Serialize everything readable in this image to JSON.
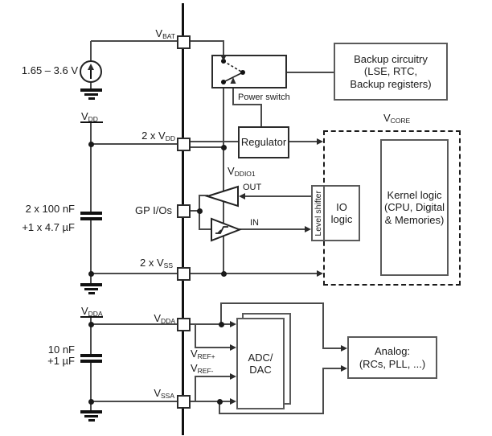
{
  "source": {
    "label": "1.65 – 3.6 V"
  },
  "pins": {
    "vbat": {
      "base": "V",
      "sub": "BAT"
    },
    "vdd": {
      "base": "2 x V",
      "sub": "DD"
    },
    "gpio": {
      "base": "GP I/Os"
    },
    "vss": {
      "base": "2 x V",
      "sub": "SS"
    },
    "vdda": {
      "base": "V",
      "sub": "DDA"
    },
    "vssa": {
      "base": "V",
      "sub": "SSA"
    }
  },
  "rails": {
    "vdd": {
      "base": "V",
      "sub": "DD"
    },
    "vdda": {
      "base": "V",
      "sub": "DDA"
    }
  },
  "capacitors": {
    "digital": {
      "line1": "2 x 100 nF",
      "line2": "+1 x 4.7 µF"
    },
    "analog": {
      "line1": "10 nF",
      "line2": "+1 µF"
    }
  },
  "signals": {
    "vddio1": {
      "base": "V",
      "sub": "DDIO1"
    },
    "out": "OUT",
    "in": "IN",
    "vref_plus": {
      "base": "V",
      "sub": "REF+"
    },
    "vref_minus": {
      "base": "V",
      "sub": "REF-"
    },
    "vcore": {
      "base": "V",
      "sub": "CORE"
    },
    "power_switch": "Power switch"
  },
  "blocks": {
    "backup": {
      "line1": "Backup circuitry",
      "line2": "(LSE, RTC,",
      "line3": "Backup registers)"
    },
    "regulator": {
      "label": "Regulator"
    },
    "kernel": {
      "line1": "Kernel logic",
      "line2": "(CPU, Digital",
      "line3": "& Memories)"
    },
    "io_logic": {
      "line1": "IO",
      "line2": "logic"
    },
    "level_shifter": {
      "label": "Level shifter"
    },
    "adc_dac": {
      "line1": "ADC/",
      "line2": "DAC"
    },
    "analog": {
      "line1": "Analog:",
      "line2": "(RCs, PLL, ...)"
    }
  },
  "colors": {
    "wire": "#4a4a4a",
    "thick_line": "#111111",
    "box_border": "#5a5a5a",
    "text": "#1a1a1a",
    "background": "#ffffff"
  }
}
